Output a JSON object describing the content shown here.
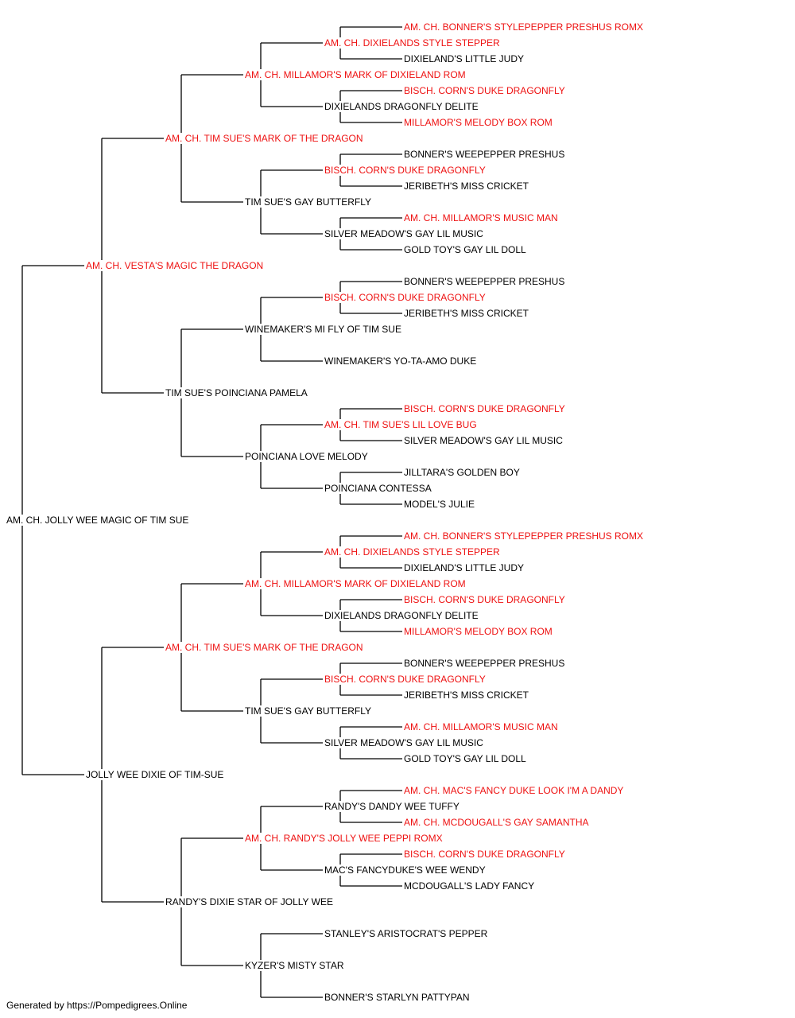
{
  "colors": {
    "champion": "#ee1111",
    "normal": "#000000",
    "line": "#000000"
  },
  "pedigree": {
    "name": "AM. CH. JOLLY WEE MAGIC OF TIM SUE",
    "champ": false,
    "sire": {
      "name": "AM. CH. VESTA'S MAGIC THE DRAGON",
      "champ": true,
      "sire": {
        "name": "AM. CH. TIM SUE'S MARK OF THE DRAGON",
        "champ": true,
        "sire": {
          "name": "AM. CH. MILLAMOR'S MARK OF DIXIELAND ROM",
          "champ": true,
          "sire": {
            "name": "AM. CH. DIXIELANDS STYLE STEPPER",
            "champ": true,
            "sire": {
              "name": "AM. CH. BONNER'S STYLEPEPPER PRESHUS ROMX",
              "champ": true
            },
            "dam": {
              "name": "DIXIELAND'S LITTLE JUDY",
              "champ": false
            }
          },
          "dam": {
            "name": "DIXIELANDS DRAGONFLY DELITE",
            "champ": false,
            "sire": {
              "name": "BISCH. CORN'S DUKE DRAGONFLY",
              "champ": true
            },
            "dam": {
              "name": "MILLAMOR'S MELODY BOX ROM",
              "champ": true
            }
          }
        },
        "dam": {
          "name": "TIM SUE'S GAY BUTTERFLY",
          "champ": false,
          "sire": {
            "name": "BISCH. CORN'S DUKE DRAGONFLY",
            "champ": true,
            "sire": {
              "name": "BONNER'S WEEPEPPER PRESHUS",
              "champ": false
            },
            "dam": {
              "name": "JERIBETH'S MISS CRICKET",
              "champ": false
            }
          },
          "dam": {
            "name": "SILVER MEADOW'S GAY LIL MUSIC",
            "champ": false,
            "sire": {
              "name": "AM. CH. MILLAMOR'S MUSIC MAN",
              "champ": true
            },
            "dam": {
              "name": "GOLD TOY'S GAY LIL DOLL",
              "champ": false
            }
          }
        }
      },
      "dam": {
        "name": "TIM SUE'S POINCIANA PAMELA",
        "champ": false,
        "sire": {
          "name": "WINEMAKER'S MI FLY OF TIM SUE",
          "champ": false,
          "sire": {
            "name": "BISCH. CORN'S DUKE DRAGONFLY",
            "champ": true,
            "sire": {
              "name": "BONNER'S WEEPEPPER PRESHUS",
              "champ": false
            },
            "dam": {
              "name": "JERIBETH'S MISS CRICKET",
              "champ": false
            }
          },
          "dam": {
            "name": "WINEMAKER'S YO-TA-AMO DUKE",
            "champ": false
          }
        },
        "dam": {
          "name": "POINCIANA LOVE MELODY",
          "champ": false,
          "sire": {
            "name": "AM. CH. TIM SUE'S LIL LOVE BUG",
            "champ": true,
            "sire": {
              "name": "BISCH. CORN'S DUKE DRAGONFLY",
              "champ": true
            },
            "dam": {
              "name": "SILVER MEADOW'S GAY LIL MUSIC",
              "champ": false
            }
          },
          "dam": {
            "name": "POINCIANA CONTESSA",
            "champ": false,
            "sire": {
              "name": "JILLTARA'S GOLDEN BOY",
              "champ": false
            },
            "dam": {
              "name": "MODEL'S JULIE",
              "champ": false
            }
          }
        }
      }
    },
    "dam": {
      "name": "JOLLY WEE DIXIE OF TIM-SUE",
      "champ": false,
      "sire": {
        "name": "AM. CH. TIM SUE'S MARK OF THE DRAGON",
        "champ": true,
        "sire": {
          "name": "AM. CH. MILLAMOR'S MARK OF DIXIELAND ROM",
          "champ": true,
          "sire": {
            "name": "AM. CH. DIXIELANDS STYLE STEPPER",
            "champ": true,
            "sire": {
              "name": "AM. CH. BONNER'S STYLEPEPPER PRESHUS ROMX",
              "champ": true
            },
            "dam": {
              "name": "DIXIELAND'S LITTLE JUDY",
              "champ": false
            }
          },
          "dam": {
            "name": "DIXIELANDS DRAGONFLY DELITE",
            "champ": false,
            "sire": {
              "name": "BISCH. CORN'S DUKE DRAGONFLY",
              "champ": true
            },
            "dam": {
              "name": "MILLAMOR'S MELODY BOX ROM",
              "champ": true
            }
          }
        },
        "dam": {
          "name": "TIM SUE'S GAY BUTTERFLY",
          "champ": false,
          "sire": {
            "name": "BISCH. CORN'S DUKE DRAGONFLY",
            "champ": true,
            "sire": {
              "name": "BONNER'S WEEPEPPER PRESHUS",
              "champ": false
            },
            "dam": {
              "name": "JERIBETH'S MISS CRICKET",
              "champ": false
            }
          },
          "dam": {
            "name": "SILVER MEADOW'S GAY LIL MUSIC",
            "champ": false,
            "sire": {
              "name": "AM. CH. MILLAMOR'S MUSIC MAN",
              "champ": true
            },
            "dam": {
              "name": "GOLD TOY'S GAY LIL DOLL",
              "champ": false
            }
          }
        }
      },
      "dam": {
        "name": "RANDY'S DIXIE STAR OF JOLLY WEE",
        "champ": false,
        "sire": {
          "name": "AM. CH. RANDY'S JOLLY WEE PEPPI ROMX",
          "champ": true,
          "sire": {
            "name": "RANDY'S DANDY WEE TUFFY",
            "champ": false,
            "sire": {
              "name": "AM. CH. MAC'S FANCY DUKE LOOK I'M A DANDY",
              "champ": true
            },
            "dam": {
              "name": "AM. CH. MCDOUGALL'S GAY SAMANTHA",
              "champ": true
            }
          },
          "dam": {
            "name": "MAC'S FANCYDUKE'S WEE WENDY",
            "champ": false,
            "sire": {
              "name": "BISCH. CORN'S DUKE DRAGONFLY",
              "champ": true
            },
            "dam": {
              "name": "MCDOUGALL'S LADY FANCY",
              "champ": false
            }
          }
        },
        "dam": {
          "name": "KYZER'S MISTY STAR",
          "champ": false,
          "sire": {
            "name": "STANLEY'S ARISTOCRAT'S PEPPER",
            "champ": false
          },
          "dam": {
            "name": "BONNER'S STARLYN PATTYPAN",
            "champ": false
          }
        }
      }
    }
  },
  "footer": "Generated by https://Pompedigrees.Online"
}
